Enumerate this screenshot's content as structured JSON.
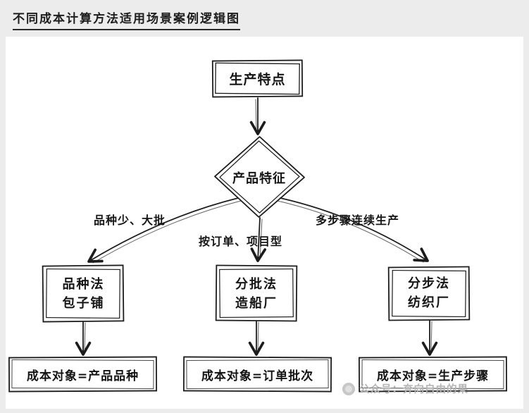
{
  "title": "不同成本计算方法适用场景案例逻辑图",
  "flowchart": {
    "start": {
      "label": "生产特点"
    },
    "decision": {
      "label": "产品特征"
    },
    "branches": [
      {
        "edge": "品种少、大批",
        "method": "品种法",
        "example": "包子铺",
        "result": "成本对象=产品品种"
      },
      {
        "edge": "按订单、项目型",
        "method": "分批法",
        "example": "造船厂",
        "result": "成本对象=订单批次"
      },
      {
        "edge": "多步骤连续生产",
        "method": "分步法",
        "example": "纺织厂",
        "result": "成本对象=生产步骤"
      }
    ]
  },
  "watermark": {
    "label": "公众号：奔向自由的果"
  },
  "colors": {
    "ink": "#1c1c1c",
    "background": "#ececec",
    "panel": "#ffffff",
    "watermark_text": "#b5b5b5"
  }
}
